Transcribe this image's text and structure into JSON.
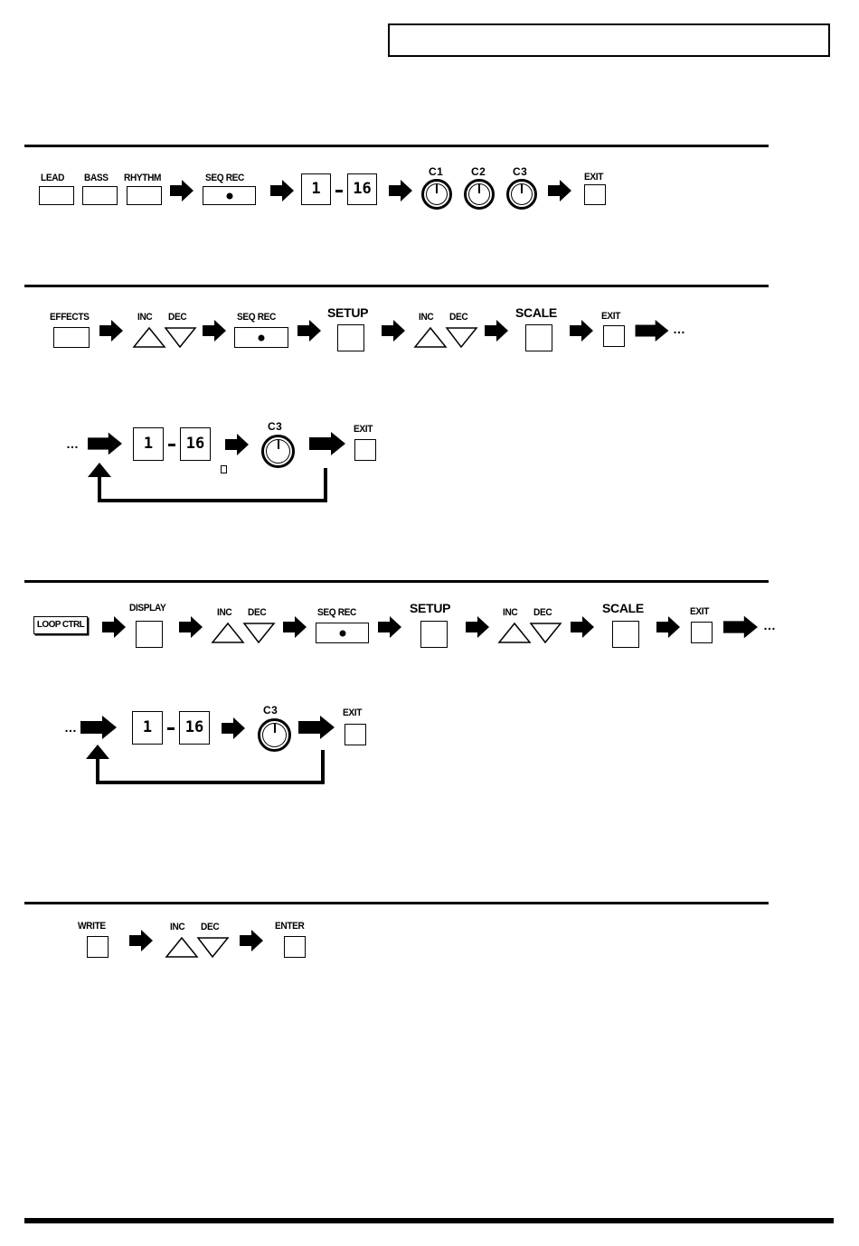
{
  "labels": {
    "lead": "LEAD",
    "bass": "BASS",
    "rhythm": "RHYTHM",
    "seq_rec": "SEQ REC",
    "c1": "C1",
    "c2": "C2",
    "c3": "C3",
    "exit": "EXIT",
    "effects": "EFFECTS",
    "inc": "INC",
    "dec": "DEC",
    "setup": "SETUP",
    "scale": "SCALE",
    "loop_ctrl": "LOOP CTRL",
    "display": "DISPLAY",
    "write": "WRITE",
    "enter": "ENTER"
  },
  "pads": {
    "start": "1",
    "end": "16"
  },
  "continuation": "…"
}
